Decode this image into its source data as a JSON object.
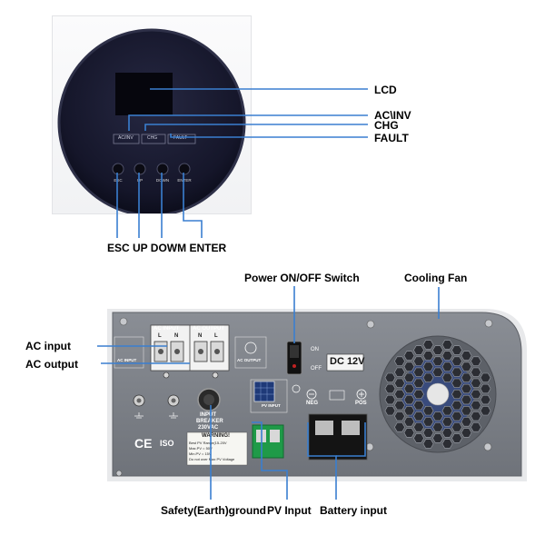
{
  "top_panel": {
    "indicators": {
      "acinv": "AC/INV",
      "chg": "CHG",
      "fault": "FAULT"
    },
    "buttons": [
      "ESC",
      "UP",
      "DOWN",
      "ENTER"
    ]
  },
  "top_callouts": {
    "lcd": "LCD",
    "acinv": "AC\\INV",
    "chg": "CHG",
    "fault": "FAULT",
    "buttons_line": "ESC UP DOWM ENTER"
  },
  "rear_panel": {
    "ac_input_header": "AC INPUT",
    "ac_output_header": "AC OUTPUT",
    "terminal_letters": [
      "L",
      "N",
      "N",
      "L"
    ],
    "ac_input_badge": "AC INPUT",
    "ac_output_badge": "AC OUTPUT",
    "switch_on": "ON",
    "switch_off": "OFF",
    "dc_label": "DC 12V",
    "neg_label": "NEG",
    "pos_label": "POS",
    "breaker_label": [
      "INPUT",
      "BREAKER",
      "230VAC"
    ],
    "pv_input_badge": "PV INPUT",
    "warning_title": "WARNING!",
    "warning_lines": [
      "Best PV Range(15-20V",
      "Max.PV = 50V",
      "Min.PV = 15V",
      "Do not over Max PV Voltage"
    ],
    "ce_mark": "CE",
    "iso_mark": "ISO"
  },
  "bottom_callouts": {
    "power_switch": "Power ON/OFF Switch",
    "cooling_fan": "Cooling Fan",
    "ac_input": "AC input",
    "ac_output": "AC output",
    "safety_ground": "Safety(Earth)ground",
    "pv_input": "PV Input",
    "battery_input": "Battery input"
  },
  "colors": {
    "leader": "#3a7fd0",
    "panel_gray": "#7d8188",
    "panel_dark": "#565a60",
    "bezel": "#1a1c33"
  }
}
